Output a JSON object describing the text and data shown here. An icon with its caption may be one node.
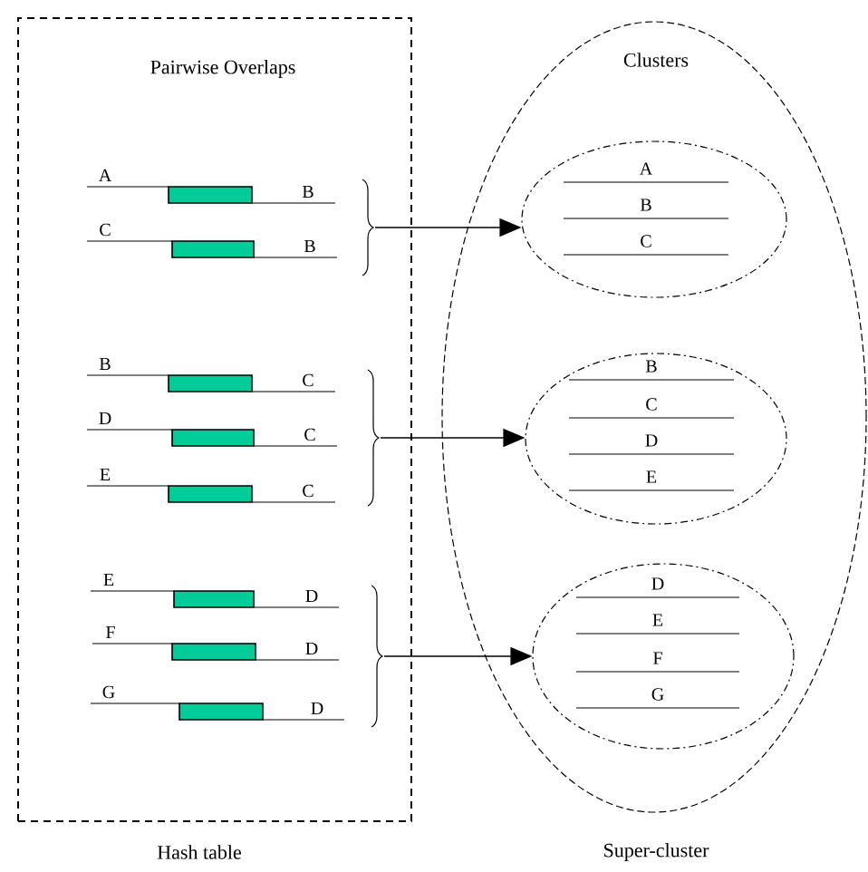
{
  "diagram": {
    "nodes": [
      {
        "text": [
          "Pairwise Overlaps",
          "Hash table"
        ]
      },
      {
        "text": [
          "A",
          "B"
        ],
        "in": 0
      },
      {
        "text": [
          "C",
          "B"
        ],
        "in": 0
      },
      {
        "text": [
          "B",
          "C"
        ],
        "in": 0
      },
      {
        "text": [
          "D",
          "C"
        ],
        "in": 0
      },
      {
        "text": [
          "E",
          "C"
        ],
        "in": 0
      },
      {
        "text": [
          "E",
          "D"
        ],
        "in": 0
      },
      {
        "text": [
          "F",
          "D"
        ],
        "in": 0
      },
      {
        "text": [
          "G",
          "D"
        ],
        "in": 0
      },
      {
        "text": [
          "Clusters",
          "Super-cluster"
        ]
      },
      {
        "text": [
          "A",
          "B",
          "C"
        ],
        "in": 9
      },
      {
        "text": [
          "B",
          "C",
          "D",
          "E"
        ],
        "in": 9
      },
      {
        "text": [
          "D",
          "E",
          "F",
          "G"
        ],
        "in": 9
      }
    ],
    "edges": [
      {
        "from": null,
        "to": 10,
        "arrow": "to"
      },
      {
        "from": null,
        "to": 11,
        "arrow": "to"
      },
      {
        "from": null,
        "to": 12,
        "arrow": "to"
      }
    ]
  }
}
